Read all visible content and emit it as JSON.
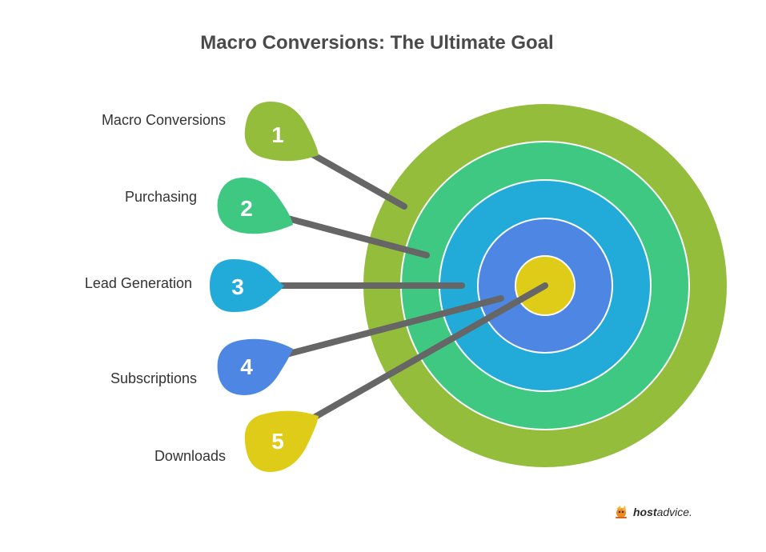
{
  "title": "Macro Conversions: The Ultimate Goal",
  "colors": {
    "ring_outer": "#93bd3b",
    "ring_2": "#3fc882",
    "ring_3": "#22abd9",
    "ring_4": "#4d87e3",
    "bullseye": "#dfcc18",
    "shaft": "#666666"
  },
  "items": [
    {
      "number": "1",
      "label": "Macro Conversions",
      "color": "#93bd3b"
    },
    {
      "number": "2",
      "label": "Purchasing",
      "color": "#3fc882"
    },
    {
      "number": "3",
      "label": "Lead Generation",
      "color": "#22abd9"
    },
    {
      "number": "4",
      "label": "Subscriptions",
      "color": "#4d87e3"
    },
    {
      "number": "5",
      "label": "Downloads",
      "color": "#dfcc18"
    }
  ],
  "brand": {
    "bold": "host",
    "rest": "advice.",
    "icon": "mascot-icon"
  }
}
